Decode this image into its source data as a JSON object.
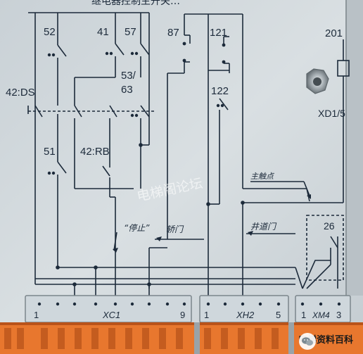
{
  "header": {
    "partial_title": "继电器控制主开关…"
  },
  "contacts": {
    "c52": "52",
    "c41": "41",
    "c57": "57",
    "c87": "87",
    "c121": "121",
    "c201": "201",
    "c53": "53/",
    "c63": "63",
    "c122": "122",
    "ds": "42:DS",
    "xd": "XD1/5",
    "c51": "51",
    "rb": "42:RB",
    "c26": "26"
  },
  "annotations": {
    "stop": "“停止”",
    "car_door": "轿门",
    "main_contact": "主触点",
    "shaft_door": "井道门"
  },
  "terminals": {
    "xc1": {
      "name": "XC1",
      "start": "1",
      "end": "9"
    },
    "xh2": {
      "name": "XH2",
      "start": "1",
      "end": "5"
    },
    "xm4": {
      "name": "XM4",
      "start": "1",
      "end": "3"
    }
  },
  "watermark": {
    "center": "电梯阁论坛",
    "brand": "电梯资料百科"
  },
  "colors": {
    "panel": "#d3dadd",
    "ink": "#1c2a3a",
    "terminal_orange": "#e8772e",
    "terminal_block": "#cfd7dc"
  }
}
